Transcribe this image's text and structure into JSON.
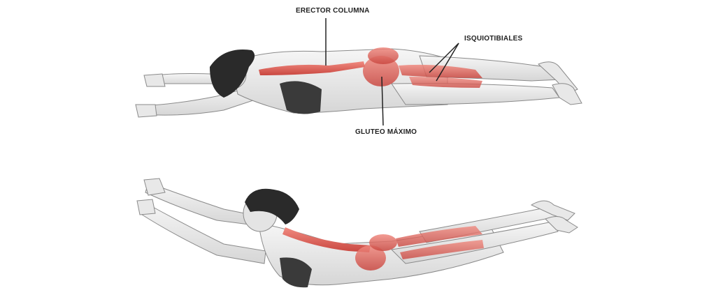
{
  "labels": {
    "erector": "ERECTOR COLUMNA",
    "isquiotibiales": "ISQUIOTIBIALES",
    "gluteo": "GLUTEO MÁXIMO"
  },
  "colors": {
    "skin": "#ececec",
    "outline": "#8a8a8a",
    "muscle_red": "#e0675f",
    "muscle_dark": "#c8433c",
    "hair": "#2a2a2a",
    "clothing": "#3a3a3a"
  }
}
